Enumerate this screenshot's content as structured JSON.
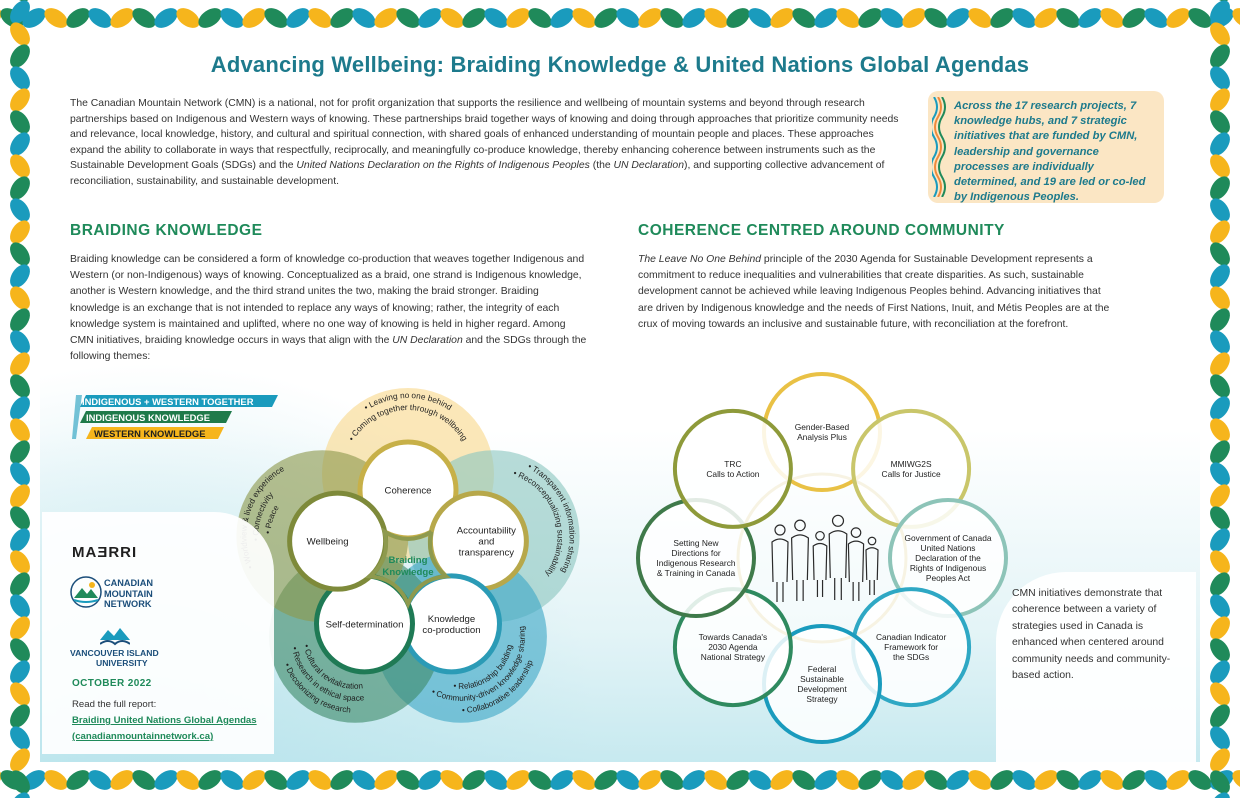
{
  "title": "Advancing Wellbeing: Braiding Knowledge & United Nations Global Agendas",
  "intro": {
    "part1": "The Canadian Mountain Network (CMN) is a national, not for profit organization that supports the resilience and wellbeing of mountain systems and beyond through research partnerships based on Indigenous and Western ways of knowing. These partnerships braid together ways of knowing and doing through approaches that prioritize community needs and relevance, local knowledge, history, and cultural and spiritual connection, with shared goals of enhanced understanding of mountain people and places. These approaches expand the ability to collaborate in ways that respectfully, reciprocally, and meaningfully co-produce knowledge, thereby enhancing coherence between instruments such as the Sustainable Development Goals (SDGs) and the ",
    "italic1": "United Nations Declaration on the Rights of Indigenous Peoples",
    "part2": " (the ",
    "italic2": "UN Declaration",
    "part3": "), and supporting collective advancement of reconciliation, sustainability, and sustainable development."
  },
  "callout": "Across the 17 research projects, 7 knowledge hubs, and 7 strategic initiatives that are funded by CMN, leadership and governance processes are individually determined, and 19 are led or co-led by Indigenous Peoples.",
  "braiding": {
    "heading": "BRAIDING KNOWLEDGE",
    "text1": "Braiding knowledge can be considered a form of knowledge co-production that weaves together Indigenous and Western (or non-Indigenous) ways of knowing. Conceptualized as a braid, one strand is Indigenous knowledge, another is Western knowledge, and the third strand unites the two, making the braid stronger. Braiding knowledge is an exchange that is not intended to replace any ways of knowing; rather, the integrity of each knowledge system is maintained and uplifted, where no one way of knowing is held in higher regard. Among CMN initiatives, braiding knowledge occurs in ways that align with the ",
    "italic": "UN Declaration",
    "text2": " and the SDGs through the following themes:"
  },
  "legend": {
    "together": "INDIGENOUS + WESTERN TOGETHER",
    "indigenous": "INDIGENOUS KNOWLEDGE",
    "western": "WESTERN KNOWLEDGE",
    "colors": {
      "together": "#1a9bbd",
      "indigenous": "#1f7a4a",
      "western": "#f6b51c"
    }
  },
  "venn": {
    "center": [
      "Braiding",
      "Knowledge"
    ],
    "inner": [
      {
        "label": [
          "Coherence"
        ]
      },
      {
        "label": [
          "Accountability",
          "and",
          "transparency"
        ]
      },
      {
        "label": [
          "Knowledge",
          "co-production"
        ]
      },
      {
        "label": [
          "Self-determination"
        ]
      },
      {
        "label": [
          "Wellbeing"
        ]
      }
    ],
    "outer": [
      {
        "lines": [
          "• Leaving no one behind",
          "• Coming together through wellbeing"
        ]
      },
      {
        "lines": [
          "• Transparent information sharing",
          "• Reconceptualizing sustainability"
        ]
      },
      {
        "lines": [
          "• Collaborative leadership",
          "• Community-driven knowledge sharing",
          "• Relationship building"
        ]
      },
      {
        "lines": [
          "• Decolonizing research",
          "• Research in ethical space",
          "• Cultural revitalization"
        ]
      },
      {
        "lines": [
          "• Worldview & lived experience",
          "• Connectivity",
          "• Peace"
        ]
      }
    ]
  },
  "coherence": {
    "heading": "COHERENCE CENTRED AROUND COMMUNITY",
    "italic": "The Leave No One Behind",
    "text": " principle of the 2030 Agenda for Sustainable Development represents a commitment to reduce inequalities and vulnerabilities that create disparities. As such, sustainable development cannot be achieved while leaving Indigenous Peoples behind. Advancing initiatives that are driven by Indigenous knowledge and the needs of First Nations, Inuit, and Métis Peoples are at the crux of moving towards an inclusive and sustainable future, with reconciliation at the forefront."
  },
  "ring": [
    {
      "label": [
        "Gender-Based",
        "Analysis Plus"
      ]
    },
    {
      "label": [
        "MMIWG2S",
        "Calls for Justice"
      ]
    },
    {
      "label": [
        "Government of Canada",
        "United Nations",
        "Declaration of the",
        "Rights of Indigenous",
        "Peoples Act"
      ]
    },
    {
      "label": [
        "Canadian Indicator",
        "Framework for",
        "the SDGs"
      ]
    },
    {
      "label": [
        "Federal",
        "Sustainable",
        "Development",
        "Strategy"
      ]
    },
    {
      "label": [
        "Towards Canada's",
        "2030 Agenda",
        "National Strategy"
      ]
    },
    {
      "label": [
        "Setting New",
        "Directions for",
        "Indigenous Research",
        "& Training in Canada"
      ]
    },
    {
      "label": [
        "TRC",
        "Calls to Action"
      ]
    }
  ],
  "logos": {
    "maerri": "MAƎRRI",
    "cmn": [
      "CANADIAN",
      "MOUNTAIN",
      "NETWORK"
    ],
    "viu": [
      "VANCOUVER ISLAND",
      "UNIVERSITY"
    ]
  },
  "footer": {
    "date": "OCTOBER 2022",
    "read": "Read the full report:",
    "link1": "Braiding United Nations Global Agendas",
    "link2": "(canadianmountainnetwork.ca)"
  },
  "side_note": "CMN initiatives demonstrate that coherence between a variety of strategies used in Canada is enhanced when centered around community needs and community-based action.",
  "palette": {
    "teal": "#1d7a8c",
    "green": "#1f8a5a",
    "yellow": "#f6b51c",
    "aqua": "#35b3c9",
    "olive": "#7e8a3a"
  }
}
